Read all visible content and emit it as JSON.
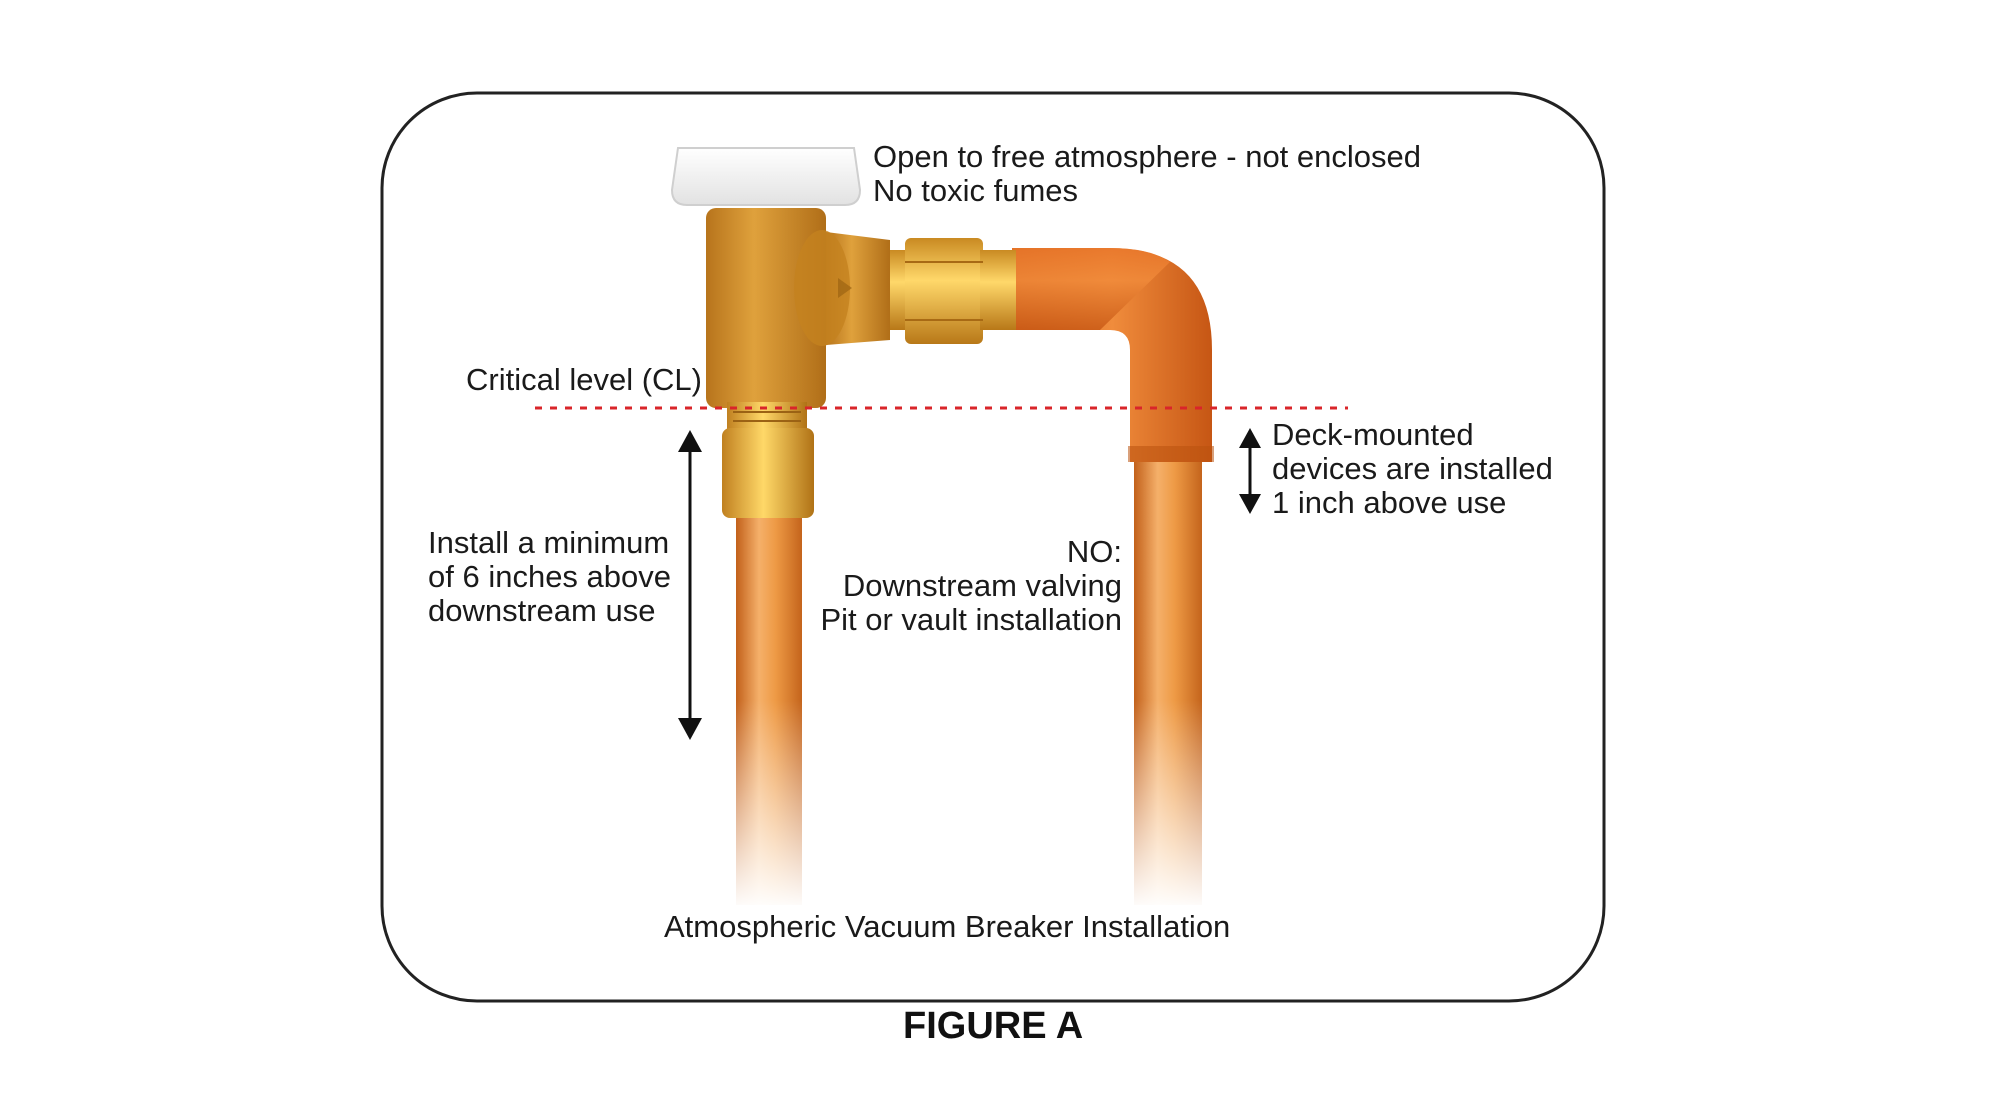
{
  "labels": {
    "atmosphere_line1": "Open to free atmosphere - not enclosed",
    "atmosphere_line2": "No toxic fumes",
    "critical_level": "Critical level (CL)",
    "deck_line1": "Deck-mounted",
    "deck_line2": "devices are installed",
    "deck_line3": "1 inch above use",
    "install_line1": "Install a minimum",
    "install_line2": "of 6 inches above",
    "install_line3": "downstream use",
    "no_line1": "NO:",
    "no_line2": "Downstream valving",
    "no_line3": "Pit or vault installation",
    "installation_title": "Atmospheric Vacuum Breaker Installation"
  },
  "caption": "FIGURE A",
  "colors": {
    "copper": "#e8903a",
    "brass": "#d79a2e",
    "critical_line": "#d9252a",
    "frame": "#222222"
  }
}
